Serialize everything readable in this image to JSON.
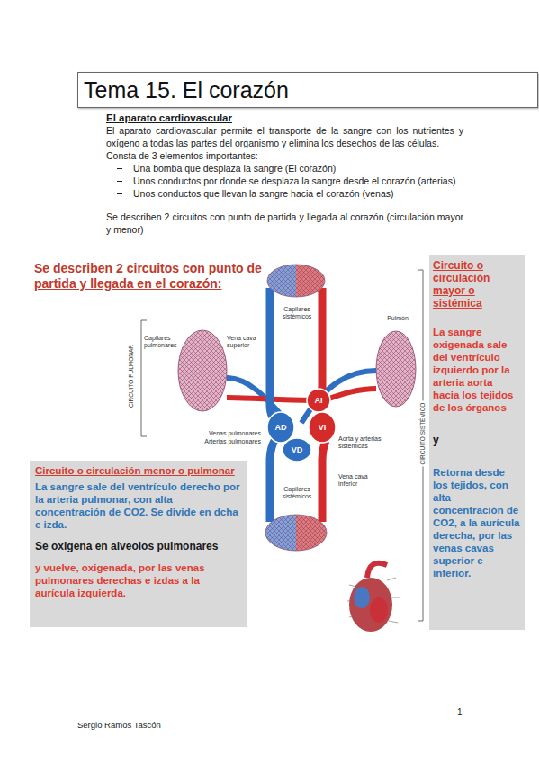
{
  "diagram": {
    "title": "Tema 15. El corazón",
    "nodes": [
      {
        "text": [
          "Circuito o circulación mayor o sistémica",
          "La sangre oxigenada sale del ventrículo izquierdo por la arteria aorta hacia los tejidos de los órganos",
          "y",
          "Retorna desde los tejidos, con alta concentración de CO2, a la aurícula derecha, por las venas cavas superior e inferior."
        ]
      },
      {
        "text": [
          "Circuito o circulación menor o pulmonar",
          "La sangre sale del ventrículo derecho por la arteria pulmonar, con alta concentración de CO2. Se divide en dcha e izda.",
          "Se oxigena en alveolos pulmonares",
          "y vuelve, oxigenada, por las venas pulmonares derechas e izdas a la aurícula izquierda."
        ]
      }
    ],
    "labels": [
      "El aparato cardiovascular",
      "El aparato cardiovascular permite el transporte de la sangre con los nutrientes y oxígeno a todas las partes del organismo y elimina los desechos de las células.",
      "Consta de 3 elementos importantes:",
      "Una bomba que desplaza la sangre (El corazón)",
      "Unos conductos por donde se desplaza la sangre desde el corazón (arterias)",
      "Unos conductos que llevan la sangre hacia el corazón (venas)",
      "Se describen 2 circuitos con punto de partida y llegada al corazón (circulación mayor y menor)",
      "Se describen 2 circuitos con punto de partida y llegada en el corazón:",
      "Capilares sistémicos",
      "Pulmón",
      "Capilares pulmonares",
      "Vena cava superior",
      "CIRCUITO PULMONAR",
      "AI",
      "AD",
      "VI",
      "VD",
      "CIRCUITO SISTÉMICO",
      "Venas pulmonares",
      "Arterias pulmonares",
      "Aorta y arterias sistémicas",
      "Vena cava inferior",
      "Capilares sistémicos",
      "1",
      "Sergio Ramos Tascón"
    ]
  }
}
